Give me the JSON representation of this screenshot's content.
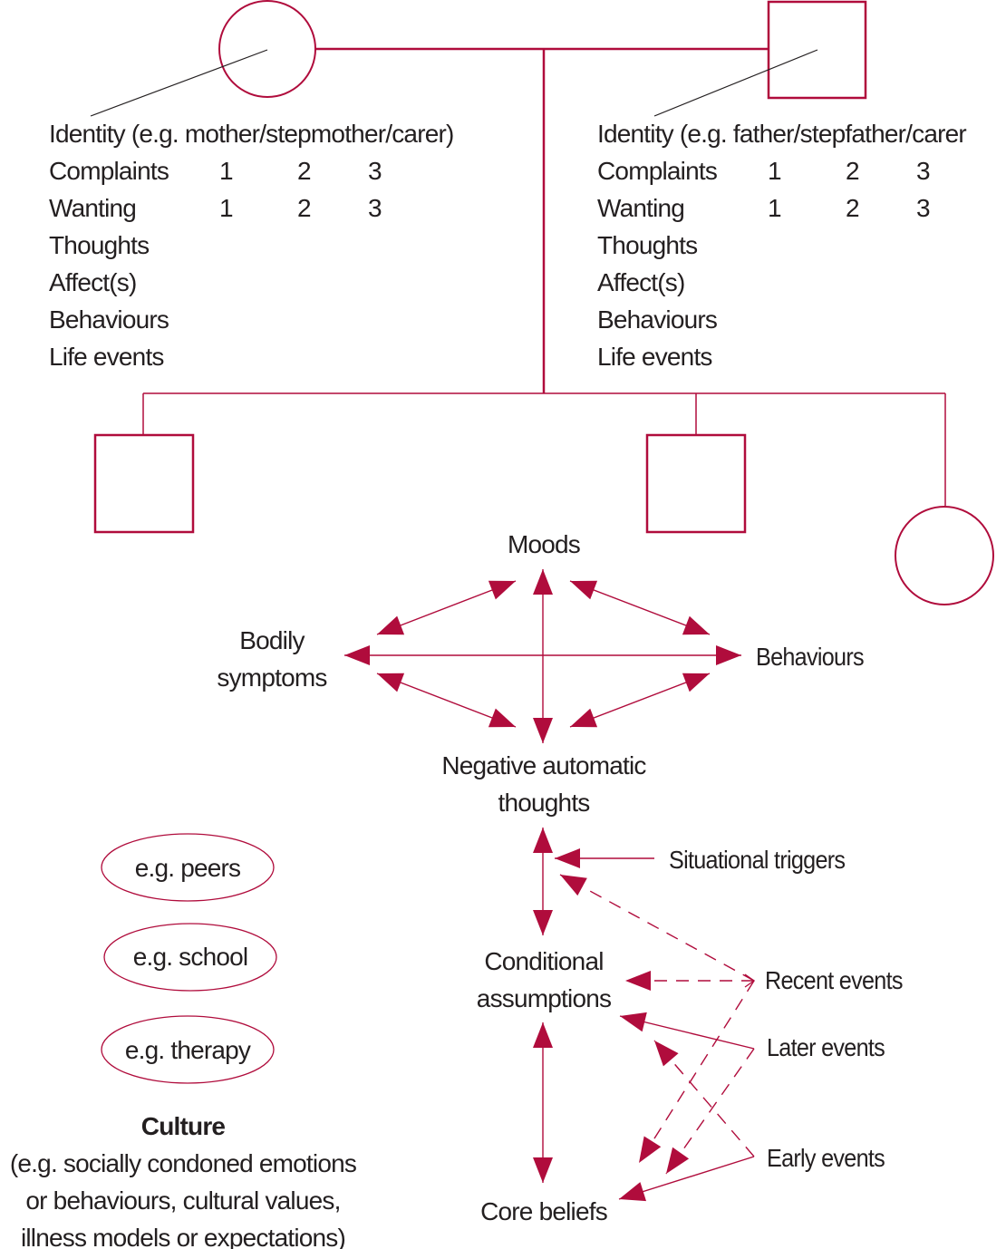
{
  "colors": {
    "accent": "#b00c3c",
    "text": "#231f20",
    "pointer_line": "#231f20"
  },
  "family": {
    "mother": {
      "symbol": "circle",
      "identity": "Identity (e.g. mother/stepmother/carer)",
      "rows": [
        {
          "label": "Complaints",
          "values": [
            "1",
            "2",
            "3"
          ]
        },
        {
          "label": "Wanting",
          "values": [
            "1",
            "2",
            "3"
          ]
        },
        {
          "label": "Thoughts",
          "values": []
        },
        {
          "label": "Affect(s)",
          "values": []
        },
        {
          "label": "Behaviours",
          "values": []
        },
        {
          "label": "Life events",
          "values": []
        }
      ]
    },
    "father": {
      "symbol": "square",
      "identity": "Identity (e.g. father/stepfather/carer",
      "rows": [
        {
          "label": "Complaints",
          "values": [
            "1",
            "2",
            "3"
          ]
        },
        {
          "label": "Wanting",
          "values": [
            "1",
            "2",
            "3"
          ]
        },
        {
          "label": "Thoughts",
          "values": []
        },
        {
          "label": "Affect(s)",
          "values": []
        },
        {
          "label": "Behaviours",
          "values": []
        },
        {
          "label": "Life events",
          "values": []
        }
      ]
    },
    "children": [
      {
        "symbol": "square"
      },
      {
        "symbol": "square"
      },
      {
        "symbol": "circle"
      }
    ]
  },
  "cbt_cycle": {
    "top": "Moods",
    "left_line1": "Bodily",
    "left_line2": "symptoms",
    "right": "Behaviours",
    "bottom_line1": "Negative automatic",
    "bottom_line2": "thoughts"
  },
  "formulation": {
    "conditional_line1": "Conditional",
    "conditional_line2": "assumptions",
    "core_beliefs": "Core beliefs",
    "situational_triggers": "Situational triggers",
    "recent_events": "Recent events",
    "later_events": "Later events",
    "early_events": "Early events"
  },
  "contexts": [
    {
      "label": "e.g. peers"
    },
    {
      "label": "e.g. school"
    },
    {
      "label": "e.g. therapy"
    }
  ],
  "culture": {
    "title": "Culture",
    "lines": [
      "(e.g. socially condoned emotions",
      "or behaviours, cultural values,",
      "illness models or expectations)"
    ]
  }
}
